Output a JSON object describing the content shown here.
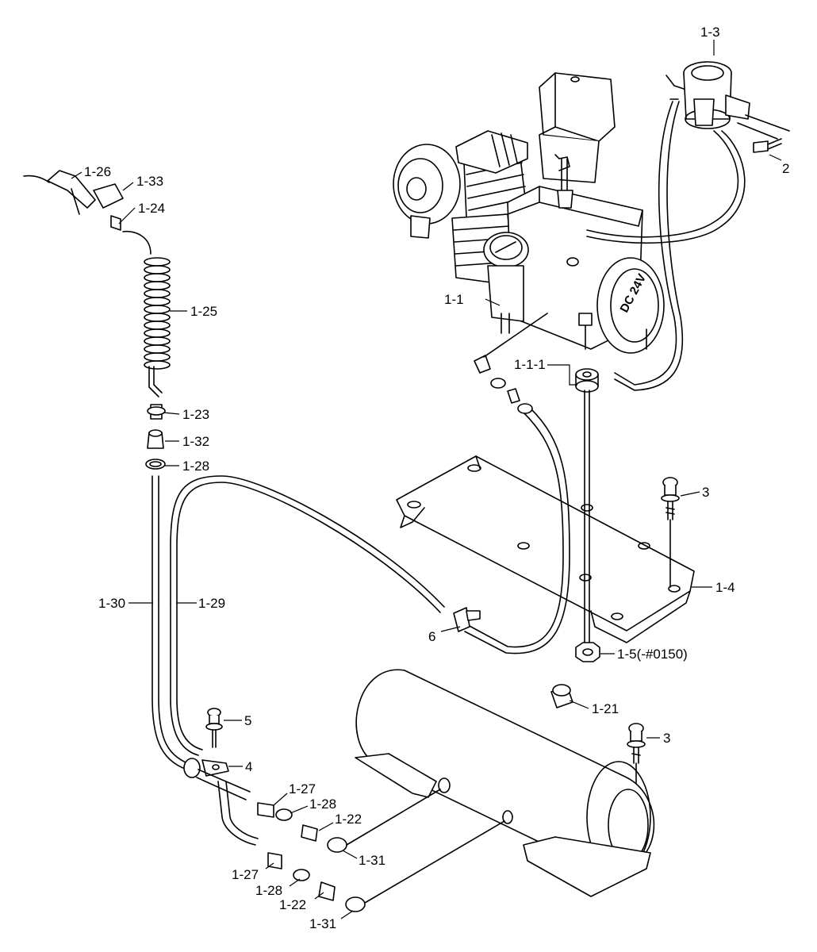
{
  "motor_badge": "DC 24V",
  "labels": {
    "l_1_3": "1-3",
    "l_2": "2",
    "l_1_26": "1-26",
    "l_1_33": "1-33",
    "l_1_24": "1-24",
    "l_1_25": "1-25",
    "l_1_1": "1-1",
    "l_1_1_1": "1-1-1",
    "l_1_23": "1-23",
    "l_1_32": "1-32",
    "l_1_28_top": "1-28",
    "l_3_top": "3",
    "l_1_4": "1-4",
    "l_1_30": "1-30",
    "l_1_29": "1-29",
    "l_6": "6",
    "l_1_5": "1-5(-#0150)",
    "l_1_21": "1-21",
    "l_5": "5",
    "l_3_tank": "3",
    "l_4": "4",
    "l_1_27_a": "1-27",
    "l_1_28_a": "1-28",
    "l_1_22_a": "1-22",
    "l_1_31_a": "1-31",
    "l_1_27_b": "1-27",
    "l_1_28_b": "1-28",
    "l_1_22_b": "1-22",
    "l_1_31_b": "1-31"
  }
}
